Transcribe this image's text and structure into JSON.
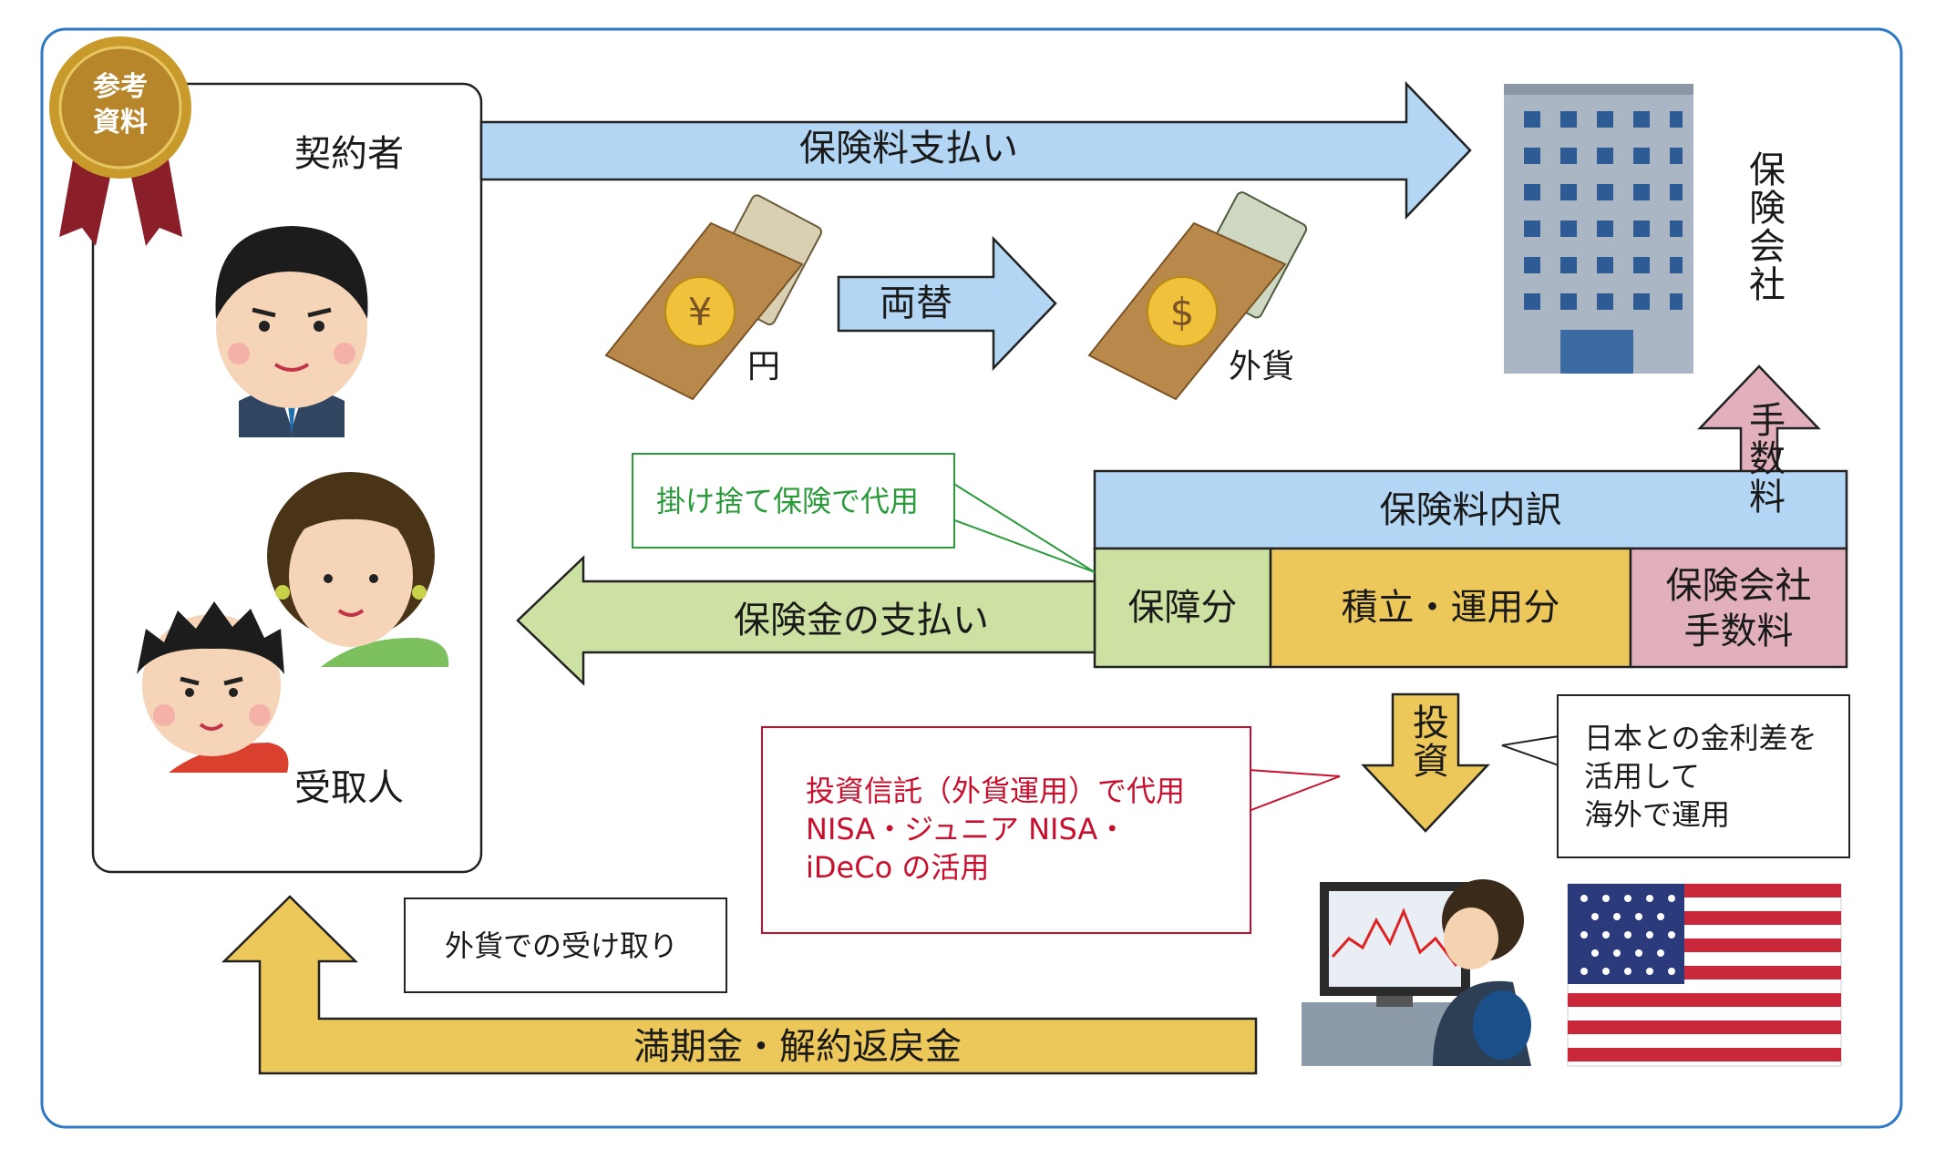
{
  "badge": {
    "line1": "参考",
    "line2": "資料"
  },
  "people": {
    "contractor": "契約者",
    "recipient": "受取人"
  },
  "arrows": {
    "premium_payment": "保険料支払い",
    "exchange": "両替",
    "benefit_payment": "保険金の支払い",
    "maturity_refund": "満期金・解約返戻金",
    "investment": "投資",
    "fee_up": "手数料"
  },
  "currency": {
    "yen": "円",
    "foreign": "外貨"
  },
  "insurer": {
    "label": "保険会社"
  },
  "breakdown": {
    "title": "保険料内訳",
    "coverage": "保障分",
    "savings": "積立・運用分",
    "fee_line1": "保険会社",
    "fee_line2": "手数料"
  },
  "callouts": {
    "term_insurance": "掛け捨て保険で代用",
    "invest_line1": "投資信託（外貨運用）で代用",
    "invest_line2": "NISA・ジュニア NISA・",
    "invest_line3": "iDeCo の活用",
    "rate_line1": "日本との金利差を",
    "rate_line2": "活用して",
    "rate_line3": "海外で運用",
    "foreign_receive": "外貨での受け取り"
  },
  "colors": {
    "frame": "#2e78c5",
    "blue_fill": "#b3d6f4",
    "green_fill": "#cde2a2",
    "yellow_fill": "#ecc759",
    "pink_fill": "#e2b0bc",
    "callout_green": "#2a9a3a",
    "callout_red": "#c8102e"
  }
}
